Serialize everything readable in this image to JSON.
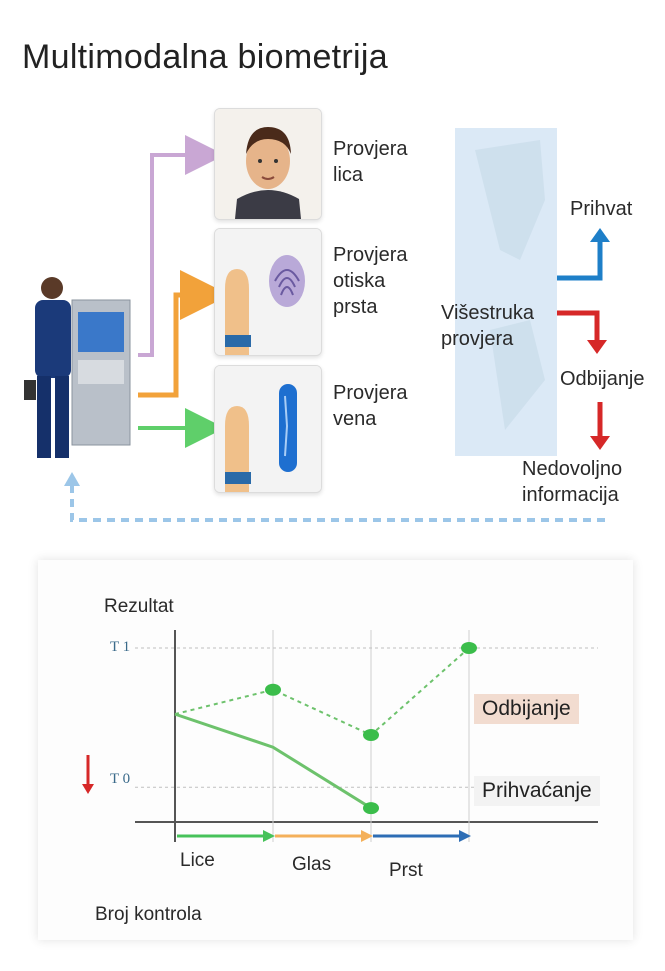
{
  "title": "Multimodalna biometrija",
  "checks": [
    {
      "label": "Provjera\nlica"
    },
    {
      "label": "Provjera\notiska\nprsta"
    },
    {
      "label": "Provjera\nvena"
    }
  ],
  "fusion_label": "Višestruka\nprovjera",
  "outcomes": {
    "accept": "Prihvat",
    "reject": "Odbijanje",
    "insufficient": "Nedovoljno\ninformacija"
  },
  "chart_data": {
    "type": "line",
    "ylabel": "Rezultat",
    "xlabel": "Broj kontrola",
    "categories": [
      "Lice",
      "Glas",
      "Prst"
    ],
    "thresholds": [
      {
        "label": "T 1",
        "value": 1.0
      },
      {
        "label": "T 0",
        "value": 0.2
      }
    ],
    "series": [
      {
        "values": [
          0.62,
          0.76,
          0.5,
          1.0
        ],
        "style": "dotted",
        "markers": [
          false,
          true,
          true,
          true
        ]
      },
      {
        "values": [
          0.62,
          0.43,
          0.08
        ],
        "style": "solid",
        "markers": [
          false,
          false,
          true
        ]
      }
    ],
    "x": [
      0,
      1,
      2,
      3
    ],
    "ylim": [
      0,
      1
    ],
    "regions": {
      "reject": "Odbijanje",
      "accept": "Prihvaćanje"
    }
  },
  "colors": {
    "face_arrow": "#c9a7d4",
    "finger_arrow": "#f2a23a",
    "vein_arrow": "#5fcf6a",
    "accept": "#1e7fc8",
    "reject": "#d62828",
    "feedback": "#9cc6e8",
    "series": "#6dc26c",
    "marker": "#3bbd4b",
    "lice_arrow": "#47c25a",
    "glas_arrow": "#f4b05a",
    "prst_arrow": "#2d6db5"
  }
}
